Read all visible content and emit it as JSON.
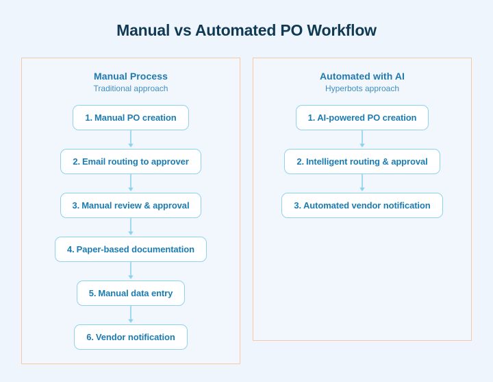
{
  "title": "Manual vs Automated PO Workflow",
  "colors": {
    "background": "#eff5fd",
    "title": "#103a53",
    "panel_border": "#f6c8a4",
    "panel_background": "#f2f7fd",
    "box_border": "#8ed2f1",
    "box_background": "#ffffff",
    "box_text": "#1c7cb0",
    "panel_title": "#2079ae",
    "panel_subtitle": "#3d8fc0",
    "arrow": "#8ed2f1"
  },
  "panels": [
    {
      "title": "Manual Process",
      "subtitle": "Traditional approach",
      "steps": [
        {
          "num": "1.",
          "label": "Manual PO creation"
        },
        {
          "num": "2.",
          "label": "Email routing to approver"
        },
        {
          "num": "3.",
          "label": "Manual review & approval"
        },
        {
          "num": "4.",
          "label": "Paper-based documentation"
        },
        {
          "num": "5.",
          "label": "Manual data entry"
        },
        {
          "num": "6.",
          "label": "Vendor notification"
        }
      ]
    },
    {
      "title": "Automated with AI",
      "subtitle": "Hyperbots approach",
      "steps": [
        {
          "num": "1.",
          "label": "AI-powered PO creation"
        },
        {
          "num": "2.",
          "label": "Intelligent routing & approval"
        },
        {
          "num": "3.",
          "label": "Automated vendor notification"
        }
      ]
    }
  ]
}
